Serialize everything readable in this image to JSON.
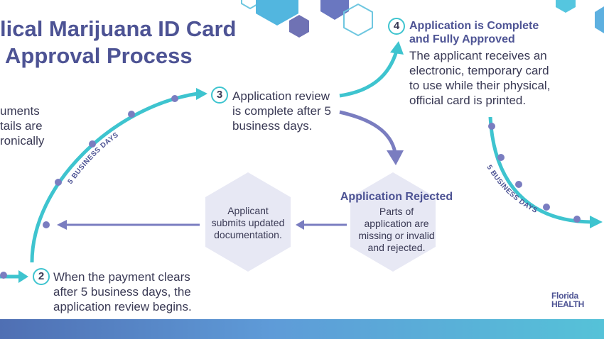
{
  "title": {
    "line1": "lical Marijuana ID Card",
    "line2": "Approval Process"
  },
  "step1_fragment": [
    "uments",
    "tails are",
    "ronically"
  ],
  "step2": {
    "number": "2",
    "text": [
      "When the payment clears",
      "after 5 business days, the",
      "application review begins."
    ]
  },
  "step3": {
    "number": "3",
    "text": [
      "Application review",
      "is complete after 5",
      "business days."
    ]
  },
  "step4": {
    "number": "4",
    "heading": [
      "Application is Complete",
      "and Fully Approved"
    ],
    "text": [
      "The applicant receives an",
      "electronic, temporary card",
      "to use while their physical,",
      "official card is printed."
    ]
  },
  "rejected": {
    "heading": "Application Rejected",
    "text": [
      "Parts of",
      "application are",
      "missing or invalid",
      "and rejected."
    ]
  },
  "resubmit": {
    "text": [
      "Applicant",
      "submits updated",
      "documentation."
    ]
  },
  "arc_label_left": "5 BUSINESS DAYS",
  "arc_label_right": "5 BUSINESS DAYS",
  "logo": {
    "line1": "Florida",
    "line2": "HEALTH"
  },
  "colors": {
    "teal": "#3ec4cf",
    "purple": "#7a7dc0",
    "navy": "#4d5394",
    "hex_fill": "#e7e8f4"
  }
}
